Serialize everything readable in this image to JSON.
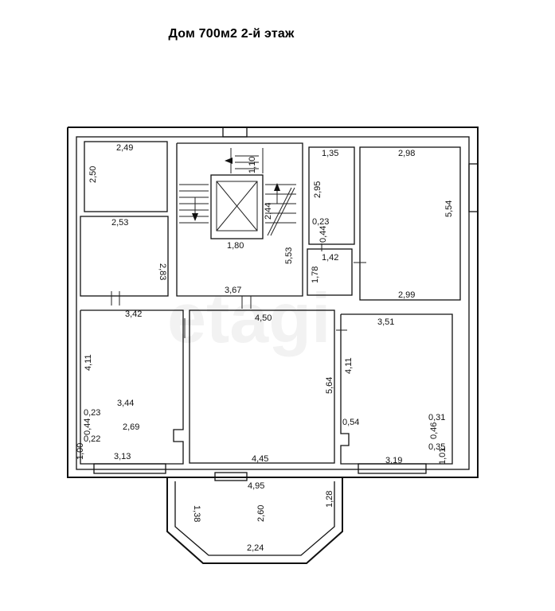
{
  "title": "Дом 700м2   2-й этаж",
  "watermark": "etagi",
  "dimensions": {
    "room_a_width": "2,49",
    "room_a_height": "2,50",
    "room_b_width": "2,53",
    "room_b_height": "2,83",
    "stair_top": "1,10",
    "stair_flight": "2,44",
    "stair_bottom": "1,80",
    "hall_depth": "5,53",
    "hall_width": "3,67",
    "room_c_width": "1,35",
    "room_c_height": "2,95",
    "room_c_gap1": "0,23",
    "room_c_gap2": "0,44",
    "room_d_width": "1,42",
    "room_d_height": "1,78",
    "room_e_top": "2,98",
    "room_e_height": "5,54",
    "room_e_bottom": "2,99",
    "room_f_top": "3,42",
    "room_f_height": "4,11",
    "room_f_inner": "3,44",
    "room_f_gap1": "0,23",
    "room_f_gap2": "0,44",
    "room_f_gap3": "0,22",
    "room_f_niche": "2,69",
    "room_f_gap4": "1,00",
    "room_f_bottom": "3,13",
    "room_g_top": "4,50",
    "room_g_height": "5,64",
    "room_g_bottom": "4,45",
    "room_h_top": "3,51",
    "room_h_height": "4,11",
    "room_h_gap1": "0,54",
    "room_h_gap2": "0,31",
    "room_h_gap3": "0,46",
    "room_h_gap4": "0,35",
    "room_h_gap5": "1,01",
    "room_h_bottom": "3,19",
    "bay_width": "4,95",
    "bay_left": "1,38",
    "bay_depth": "2,60",
    "bay_right": "1,28",
    "bay_front": "2,24"
  }
}
